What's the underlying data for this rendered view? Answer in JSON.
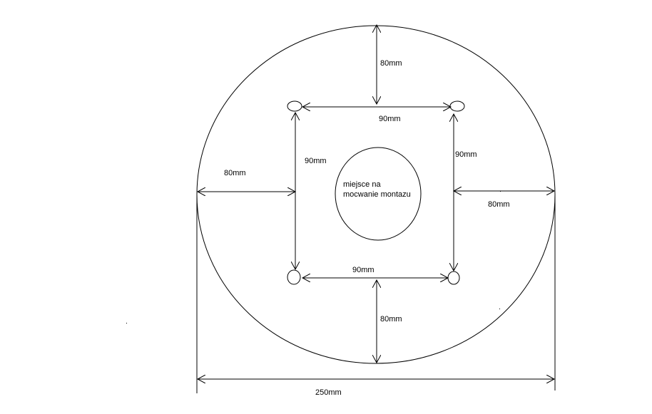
{
  "drawing": {
    "center_label_line1": "miejsce na",
    "center_label_line2": "mocwanie montazu",
    "dim_top_edge": "80mm",
    "dim_top_span": "90mm",
    "dim_left_edge": "80mm",
    "dim_left_span": "90mm",
    "dim_right_span": "90mm",
    "dim_right_edge": "80mm",
    "dim_bottom_span": "90mm",
    "dim_bottom_edge": "80mm",
    "dim_diameter": "250mm"
  }
}
